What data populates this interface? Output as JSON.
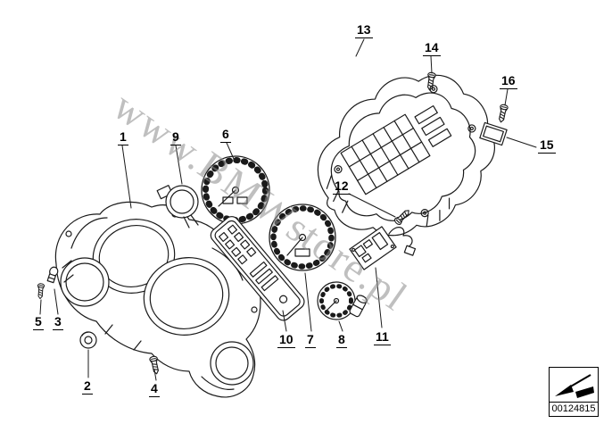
{
  "watermark": {
    "text": "www.BMWstore.pl"
  },
  "footer": {
    "part_number": "00124815",
    "stamp_icon": "diagram-arrow-icon"
  },
  "labels": [
    "1",
    "2",
    "3",
    "4",
    "5",
    "6",
    "7",
    "8",
    "9",
    "10",
    "11",
    "12",
    "13",
    "14",
    "15",
    "16"
  ],
  "colors": {
    "background": "#ffffff",
    "line": "#1a1a1a",
    "watermark": "#8a8a8a"
  }
}
